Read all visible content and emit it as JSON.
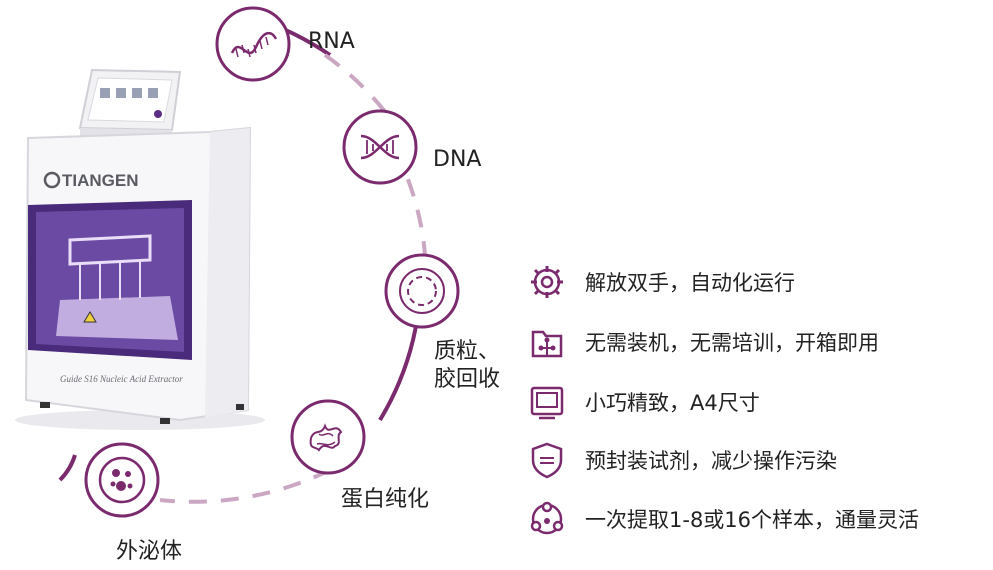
{
  "arc": {
    "nodes": [
      {
        "icon": "rna-icon",
        "label": "RNA"
      },
      {
        "icon": "dna-helix-icon",
        "label": "DNA"
      },
      {
        "icon": "plasmid-icon",
        "label": "质粒、",
        "label2": "胶回收"
      },
      {
        "icon": "protein-icon",
        "label": "蛋白纯化"
      },
      {
        "icon": "exosome-icon",
        "label": "外泌体"
      }
    ]
  },
  "device": {
    "brand": "TIANGEN",
    "model": "Guide S16 Nucleic Acid Extractor"
  },
  "features": [
    {
      "icon": "gear-icon",
      "text": "解放双手，自动化运行"
    },
    {
      "icon": "network-folder-icon",
      "text": "无需装机，无需培训，开箱即用"
    },
    {
      "icon": "monitor-icon",
      "text": "小巧精致，A4尺寸"
    },
    {
      "icon": "shield-icon",
      "text": "预封装试剂，减少操作污染"
    },
    {
      "icon": "samples-icon",
      "text": "一次提取1-8或16个样本，通量灵活"
    }
  ],
  "colors": {
    "accent": "#7b2a6e",
    "dashed": "#cba7c4",
    "panel": "#4a2a7a"
  }
}
